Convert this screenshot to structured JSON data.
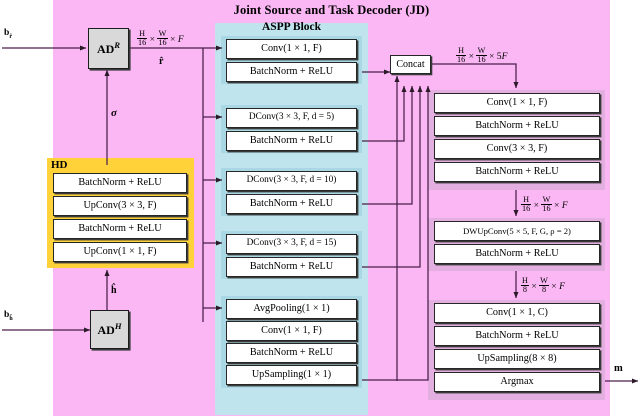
{
  "figure": {
    "title": "Joint Source and Task Decoder (JD)",
    "aspp_title": "ASPP Block",
    "hd_title": "HD"
  },
  "colors": {
    "jd_panel": "#fbb7f4",
    "aspp_panel": "#bfe4ee",
    "aspp_group": "#a9d7e3",
    "hd_panel": "#ffd23a",
    "rd_group": "#e2afe0",
    "box_fill": "#ffffff",
    "ad_fill": "#d9d9d9",
    "stroke": "#262626"
  },
  "inputs": {
    "b_r": "b",
    "b_r_sub": "r̂",
    "b_h": "b",
    "b_h_sub": "ĥ",
    "output_m": "m"
  },
  "blocks": {
    "ad_r": "AD",
    "ad_r_sup": "R",
    "ad_h": "AD",
    "ad_h_sup": "H",
    "concat": "Concat"
  },
  "edge_labels": {
    "r_hat": "r̂",
    "h_hat": "ĥ",
    "sigma": "σ",
    "dim_h16_w16_F": "H/16 × W/16 × F",
    "dim_h16_w16_5F": "H/16 × W/16 × 5F",
    "dim_h8_w8_F": "H/8 × W/8 × F"
  },
  "hd": {
    "layers": [
      "BatchNorm + ReLU",
      "UpConv(3 × 3, F)",
      "BatchNorm + ReLU",
      "UpConv(1 × 1, F)"
    ]
  },
  "aspp": {
    "branches": [
      {
        "name": "branch-1x1",
        "layers": [
          "Conv(1 × 1, F)",
          "BatchNorm + ReLU"
        ]
      },
      {
        "name": "branch-d5",
        "layers": [
          "DConv(3 × 3, F, d = 5)",
          "BatchNorm + ReLU"
        ]
      },
      {
        "name": "branch-d10",
        "layers": [
          "DConv(3 × 3, F, d = 10)",
          "BatchNorm + ReLU"
        ]
      },
      {
        "name": "branch-d15",
        "layers": [
          "DConv(3 × 3, F, d = 15)",
          "BatchNorm + ReLU"
        ]
      },
      {
        "name": "branch-pool",
        "layers": [
          "AvgPooling(1 × 1)",
          "Conv(1 × 1, F)",
          "BatchNorm + ReLU",
          "UpSampling(1 × 1)"
        ]
      }
    ]
  },
  "decoder": {
    "groups": [
      {
        "name": "refine-group",
        "layers": [
          "Conv(1 × 1, F)",
          "BatchNorm + ReLU",
          "Conv(3 × 3, F)",
          "BatchNorm + ReLU"
        ]
      },
      {
        "name": "upsample-group",
        "layers": [
          "DWUpConv(5 × 5, F, G, ρ = 2)",
          "BatchNorm + ReLU"
        ]
      },
      {
        "name": "head-group",
        "layers": [
          "Conv(1 × 1, C)",
          "BatchNorm + ReLU",
          "UpSampling(8 × 8)",
          "Argmax"
        ]
      }
    ]
  }
}
